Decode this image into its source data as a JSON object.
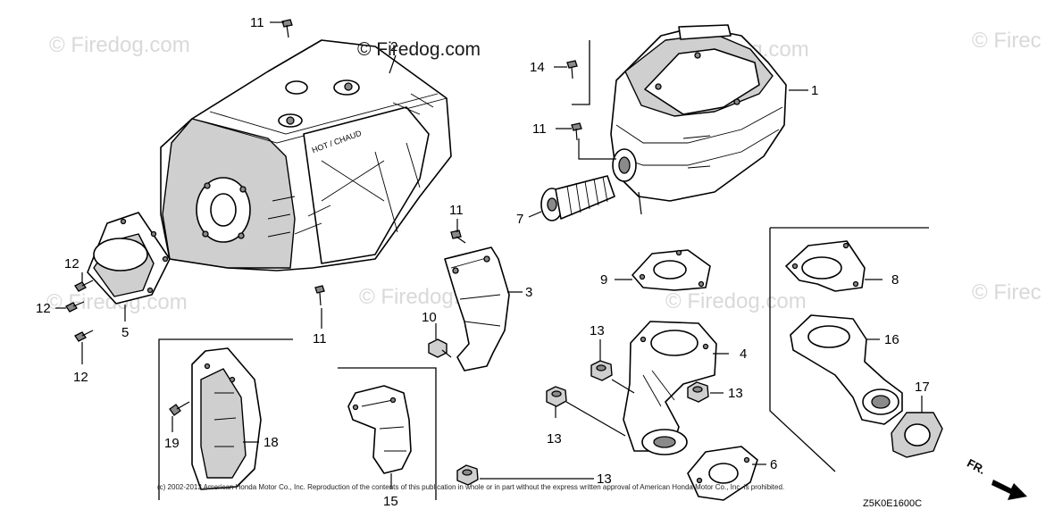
{
  "watermarks": {
    "faint": "© Firedog.com",
    "faint_clipped": "© Firec",
    "dark": "© Firedog.com"
  },
  "callouts": {
    "c1": "1",
    "c2": "2",
    "c3": "3",
    "c4": "4",
    "c5": "5",
    "c6": "6",
    "c7": "7",
    "c8": "8",
    "c9": "9",
    "c10": "10",
    "c11a": "11",
    "c11b": "11",
    "c11c": "11",
    "c11d": "11",
    "c12a": "12",
    "c12b": "12",
    "c12c": "12",
    "c13a": "13",
    "c13b": "13",
    "c13c": "13",
    "c13d": "13",
    "c14": "14",
    "c15": "15",
    "c16": "16",
    "c17": "17",
    "c18": "18",
    "c19": "19"
  },
  "shield_stamp": "HOT / CHAUD",
  "copyright": "(c) 2002-2013 American Honda Motor Co., Inc. Reproduction of the contents of this publication in whole or in part without the express written approval of American Honda Motor Co., Inc. is prohibited.",
  "diagram_code": "Z5K0E1600C",
  "direction_label": "FR."
}
